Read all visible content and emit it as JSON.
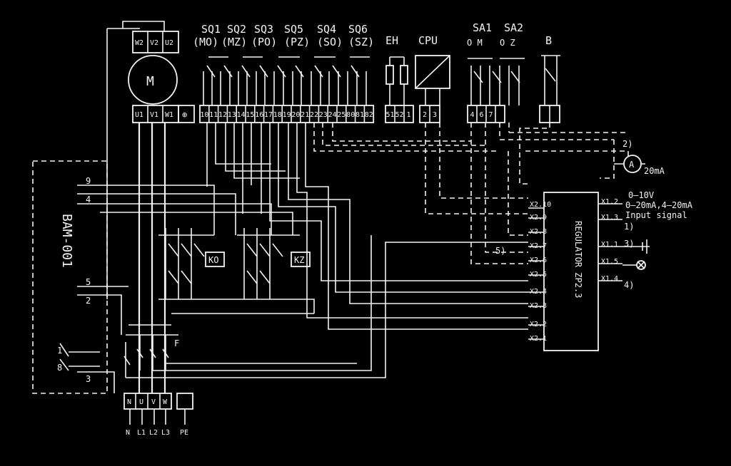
{
  "top_labels": {
    "sq1": "SQ1",
    "sq2": "SQ2",
    "sq3": "SQ3",
    "sq5": "SQ5",
    "sq4": "SQ4",
    "sq6": "SQ6",
    "eh": "EH",
    "cpu": "CPU",
    "sa1": "SA1",
    "sa2": "SA2",
    "b": "B"
  },
  "sub_labels": {
    "sq1": "(MO)",
    "sq2": "(MZ)",
    "sq3": "(PO)",
    "sq5": "(PZ)",
    "sq4": "(SO)",
    "sq6": "(SZ)",
    "sa1_modes": "O  M",
    "sa2_modes": "O  Z"
  },
  "terminal_strip": [
    "10",
    "11",
    "12",
    "13",
    "14",
    "15",
    "16",
    "17",
    "18",
    "19",
    "20",
    "21",
    "22",
    "23",
    "24",
    "25",
    "80",
    "81",
    "82",
    "51",
    "52",
    "1",
    "2",
    "3",
    "4",
    "6",
    "7"
  ],
  "motor": {
    "symbol": "M",
    "terms_top": [
      "W2",
      "V2",
      "U2"
    ],
    "terms_bot": [
      "U1",
      "V1",
      "W1"
    ],
    "ground": "⊕"
  },
  "bam": {
    "label": "BAM-001",
    "pins": [
      "9",
      "4",
      "5",
      "2",
      "1",
      "8",
      "3"
    ]
  },
  "contactors": {
    "ko": "KO",
    "kz": "KZ",
    "f": "F"
  },
  "power_terminals": {
    "labels": [
      "N",
      "L1",
      "L2",
      "L3",
      "PE"
    ],
    "codes": [
      "N",
      "U",
      "V",
      "W"
    ]
  },
  "regulator": {
    "title": "REGULATOR ZP2.3",
    "left": [
      "X2.10",
      "X2.9",
      "X2.8",
      "X2.7",
      "X2.6",
      "X2.5",
      "X2.4",
      "X2.3",
      "X2.2",
      "X2.1"
    ],
    "right": [
      "X1.2",
      "X1.3",
      "X1.1",
      "X1.5",
      "X1.4"
    ]
  },
  "signals": {
    "meter_symbol": "A",
    "current_out": "20mA",
    "range1": "0–10V",
    "range2": "0–20mA,4–20mA",
    "input_signal": "Input signal",
    "n1": "1)",
    "n2": "2)",
    "n3": "3)",
    "n4": "4)",
    "n5": "5)"
  }
}
